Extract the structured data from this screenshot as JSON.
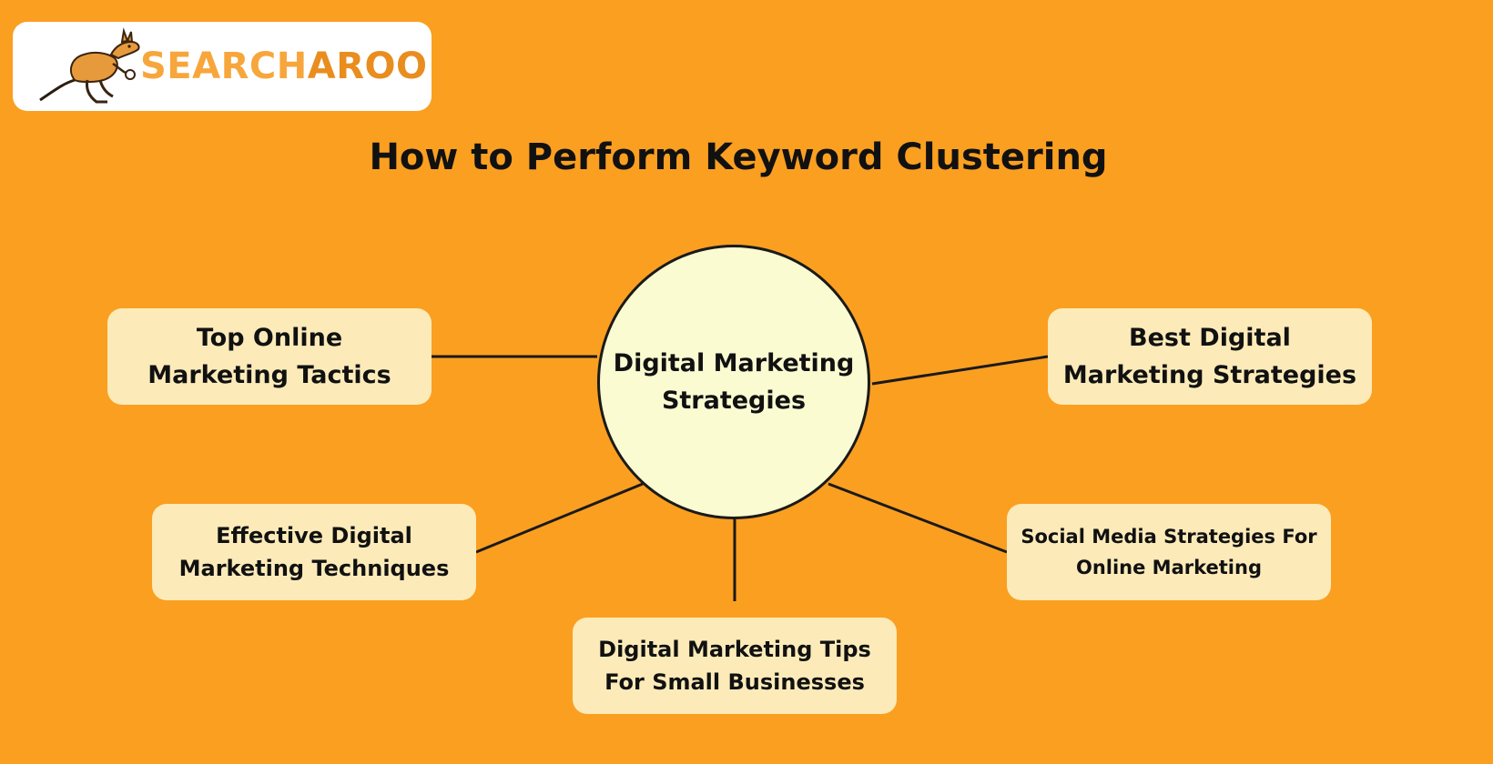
{
  "brand": {
    "name_part1": "SEARCH",
    "name_part2": "AROO",
    "logo_icon": "kangaroo-icon"
  },
  "title": "How to Perform Keyword Clustering",
  "colors": {
    "background": "#FB9F21",
    "hub_fill": "#FBFBD2",
    "node_fill": "#FCEBB9",
    "text": "#111111"
  },
  "hub": {
    "line1": "Digital Marketing",
    "line2": "Strategies"
  },
  "nodes": {
    "top_left": {
      "line1": "Top Online",
      "line2": "Marketing Tactics"
    },
    "top_right": {
      "line1": "Best Digital",
      "line2": "Marketing Strategies"
    },
    "bottom_left": {
      "line1": "Effective Digital",
      "line2": "Marketing Techniques"
    },
    "bottom_right": {
      "line1": "Social Media Strategies For",
      "line2": "Online Marketing"
    },
    "bottom": {
      "line1": "Digital Marketing Tips",
      "line2": "For Small Businesses"
    }
  }
}
